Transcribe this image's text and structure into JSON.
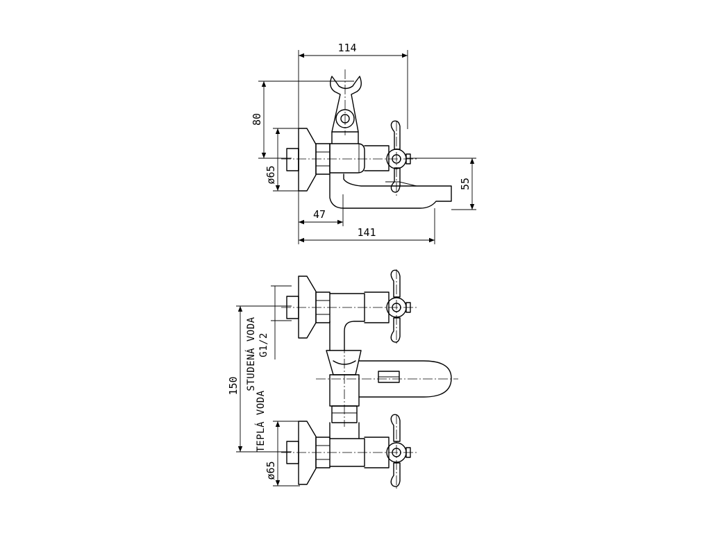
{
  "top_view": {
    "dim_width_total": "114",
    "dim_height_holder": "80",
    "dim_diameter": "ø65",
    "dim_wall_offset": "47",
    "dim_spout_reach": "141",
    "dim_spout_height": "55"
  },
  "front_view": {
    "dim_spacing": "150",
    "dim_diameter": "ø65",
    "label_cold_water": "STUDENÁ VODA",
    "label_thread": "G1/2",
    "label_hot_water": "TEPLÁ VODA"
  }
}
